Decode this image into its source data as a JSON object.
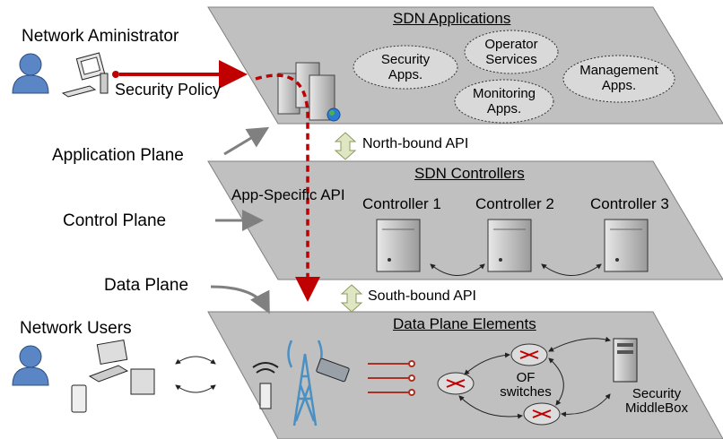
{
  "planes": {
    "app_title": "SDN  Applications",
    "ctrl_title": "SDN Controllers",
    "data_title": "Data Plane Elements"
  },
  "apps": {
    "security": "Security\nApps.",
    "operator": "Operator\nServices",
    "monitoring": "Monitoring\nApps.",
    "management": "Management\nApps."
  },
  "labels": {
    "network_admin": "Network Aministrator",
    "security_policy": "Security Policy",
    "application_plane": "Application Plane",
    "control_plane": "Control Plane",
    "data_plane": "Data Plane",
    "network_users": "Network Users",
    "northbound_api": "North-bound API",
    "southbound_api": "South-bound API",
    "app_specific_api": "App-Specific API"
  },
  "controllers": [
    "Controller 1",
    "Controller 2",
    "Controller 3"
  ],
  "data_elements": {
    "of_switches": "OF\nswitches",
    "security_middlebox": "Security\nMiddleBox"
  },
  "colors": {
    "plane_fill": "#c0c0c0",
    "policy_red": "#c00000",
    "api_arrow": "#dfe6c4",
    "tower_blue": "#4a90c2"
  }
}
